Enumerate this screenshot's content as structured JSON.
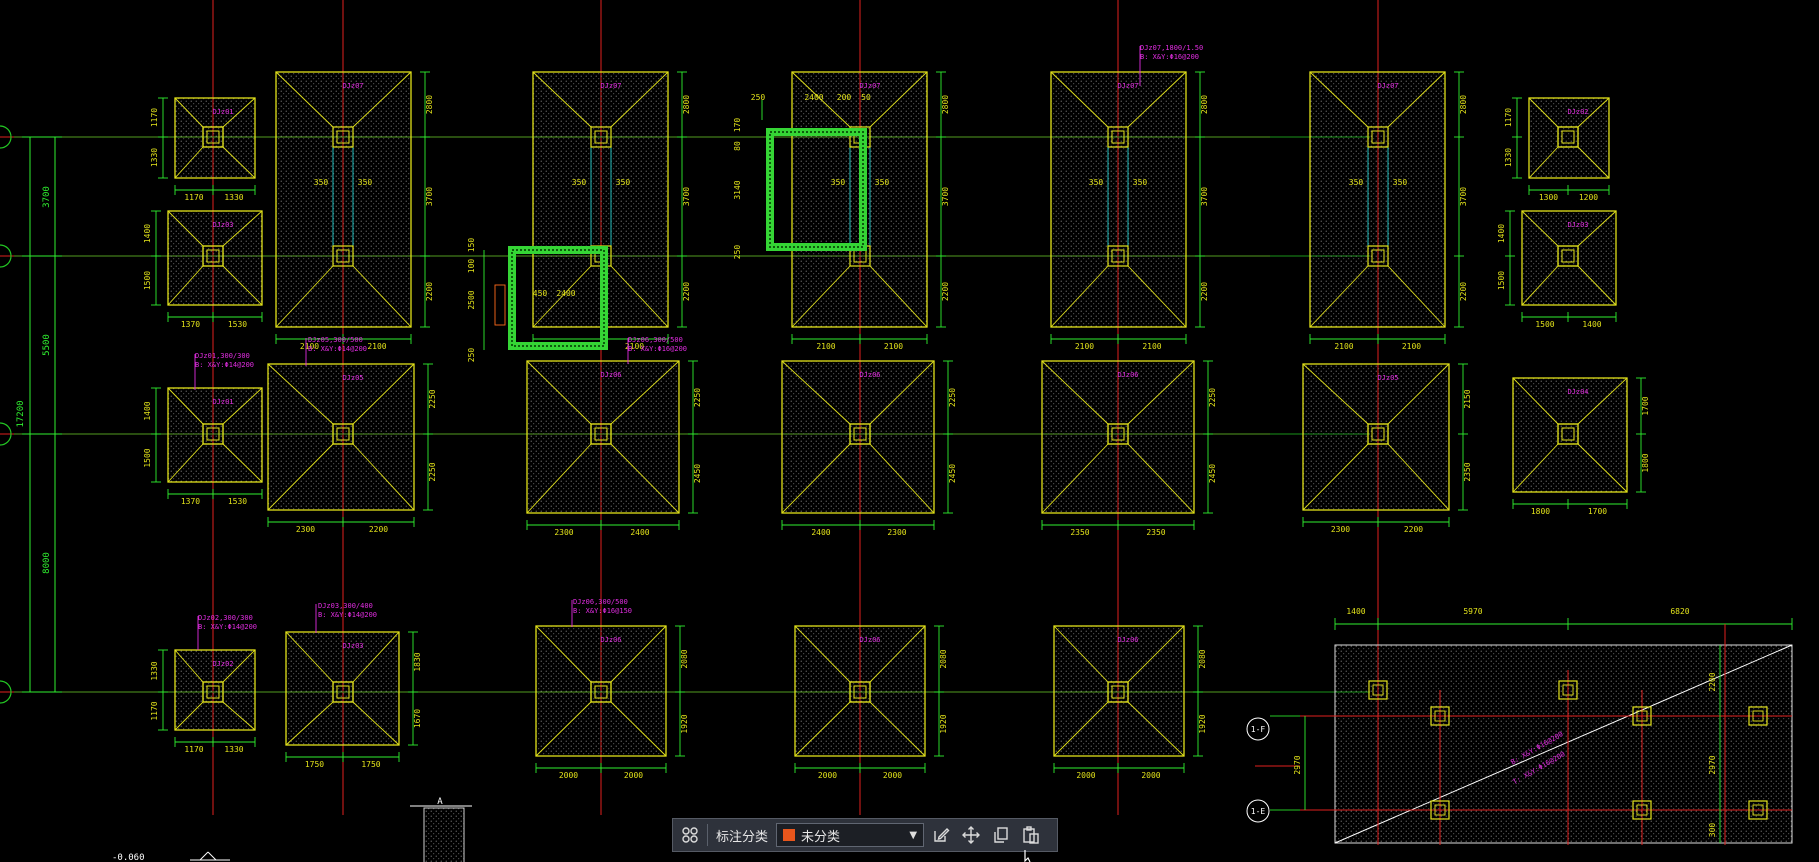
{
  "drawing": {
    "colors": {
      "background": "#000000",
      "axis_red": "#e0201e",
      "axis_green": "#23c723",
      "footing": "#e2e21a",
      "dimension": "#2ff02f",
      "annotation": "#e12de1",
      "rebar_note": "#27d3d3",
      "pit": "#35d535"
    },
    "axis_grid": {
      "vertical_x_approx": [
        213,
        343,
        601,
        860,
        1118,
        1378
      ],
      "horizontal_y_approx": [
        137,
        256,
        434,
        692
      ]
    },
    "overall_dims": {
      "total": "17200",
      "segments": [
        "3700",
        "5500",
        "8000"
      ]
    },
    "footings": [
      {
        "label": "DJz01",
        "w": [
          "1170",
          "1330"
        ],
        "h": [
          "1170",
          "1330"
        ]
      },
      {
        "label": "DJz07",
        "w": [
          "2100",
          "2100"
        ],
        "h": [
          "2800",
          "3700",
          "2200"
        ]
      },
      {
        "label": "DJz07",
        "w": [
          "2100",
          "2100"
        ],
        "h": [
          "2800",
          "3700",
          "2200"
        ]
      },
      {
        "label": "DJz07",
        "w": [
          "2100",
          "2100"
        ],
        "h": [
          "2800",
          "3700",
          "2200"
        ]
      },
      {
        "label": "DJz07",
        "w": [
          "2100",
          "2100"
        ],
        "h": [
          "2800",
          "3700",
          "2200"
        ]
      },
      {
        "label": "DJz07",
        "w": [
          "2100",
          "2100"
        ],
        "h": [
          "2800",
          "3700",
          "2200"
        ]
      },
      {
        "label": "DJz02",
        "w": [
          "1300",
          "1200"
        ],
        "h": [
          "1170",
          "1330"
        ]
      },
      {
        "label": "DJz03",
        "w": [
          "1370",
          "1530"
        ],
        "h": [
          "1400",
          "1500"
        ]
      },
      {
        "label": "DJz03",
        "w": [
          "1500",
          "1400"
        ],
        "h": [
          "1400",
          "1500"
        ]
      },
      {
        "label": "DJz01",
        "w": [
          "1370",
          "1530"
        ],
        "h": [
          "1400",
          "1500"
        ]
      },
      {
        "label": "DJz05",
        "w": [
          "2300",
          "2200"
        ],
        "h": [
          "2250",
          "2250"
        ]
      },
      {
        "label": "DJz06",
        "w": [
          "2300",
          "2400"
        ],
        "h": [
          "2250",
          "2450"
        ]
      },
      {
        "label": "DJz06",
        "w": [
          "2400",
          "2300"
        ],
        "h": [
          "2250",
          "2450"
        ]
      },
      {
        "label": "DJz06",
        "w": [
          "2350",
          "2350"
        ],
        "h": [
          "2250",
          "2450"
        ]
      },
      {
        "label": "DJz05",
        "w": [
          "2300",
          "2200"
        ],
        "h": [
          "2150",
          "2350"
        ]
      },
      {
        "label": "DJz04",
        "w": [
          "1800",
          "1700"
        ],
        "h": [
          "1700",
          "1800"
        ]
      },
      {
        "label": "DJz02",
        "w": [
          "1170",
          "1330"
        ],
        "h": [
          "1330",
          "1170"
        ]
      },
      {
        "label": "DJz03",
        "w": [
          "1750",
          "1750"
        ],
        "h": [
          "1830",
          "1670"
        ]
      },
      {
        "label": "DJz06",
        "w": [
          "2000",
          "2000"
        ],
        "h": [
          "2080",
          "1920"
        ]
      },
      {
        "label": "DJz06",
        "w": [
          "2000",
          "2000"
        ],
        "h": [
          "2080",
          "1920"
        ]
      },
      {
        "label": "DJz06",
        "w": [
          "2000",
          "2000"
        ],
        "h": [
          "2080",
          "1920"
        ]
      }
    ],
    "annotations": [
      "DJz01,300/300 B: X&Y:Φ14@200",
      "DJz05,300/500 B: X&Y:Φ14@200",
      "DJz06,300/500 B: X&Y:Φ16@200",
      "DJz02,300/300 B: X&Y:Φ14@200",
      "DJz03,300/400 B: X&Y:Φ14@200",
      "DJz06,300/500 B: X&Y:Φ16@150",
      "DJz07,1800/1.50 B: X&Y:Φ16@200"
    ],
    "beam_dims": [
      "350",
      "350"
    ],
    "pit": {
      "labels": [
        "250",
        "2400",
        "200",
        "50",
        "170",
        "80",
        "3140",
        "250",
        "150",
        "100",
        "2500",
        "250",
        "450",
        "2400"
      ]
    },
    "raft": {
      "top_dims": [
        "1400",
        "5970",
        "6820"
      ],
      "side_dims": [
        "2970",
        "2200",
        "2970",
        "300"
      ],
      "diag_text": [
        "B: X&Y:Φ16@200",
        "T: X&Y:Φ16@200"
      ],
      "axis_bubbles": [
        "1-F",
        "1-E"
      ]
    },
    "section_mark": {
      "label": "A",
      "elevation": "-0.060"
    }
  },
  "toolbar": {
    "layout_icon": "grid-icon",
    "label": "标注分类",
    "category": {
      "value": "未分类",
      "swatch_color": "#e8561c"
    },
    "edit_icon": "edit-icon",
    "move_icon": "move-icon",
    "copy_icon": "copy-icon",
    "paste_icon": "paste-icon"
  }
}
